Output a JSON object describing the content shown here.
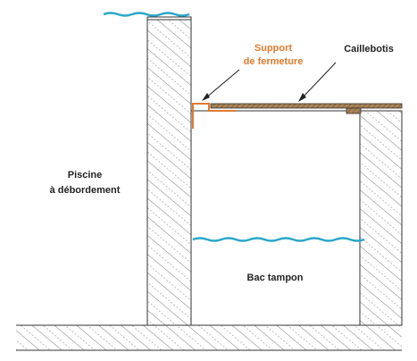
{
  "labels": {
    "pool_line1": "Piscine",
    "pool_line2": "à débordement",
    "support_line1": "Support",
    "support_line2": "de fermeture",
    "grating": "Caillebotis",
    "tank": "Bac tampon"
  },
  "colors": {
    "water": "#2aa7c9",
    "support": "#e07a2e",
    "grating": "#8a6a44",
    "outline": "#333333",
    "hatch": "#555555",
    "text": "#222222"
  }
}
